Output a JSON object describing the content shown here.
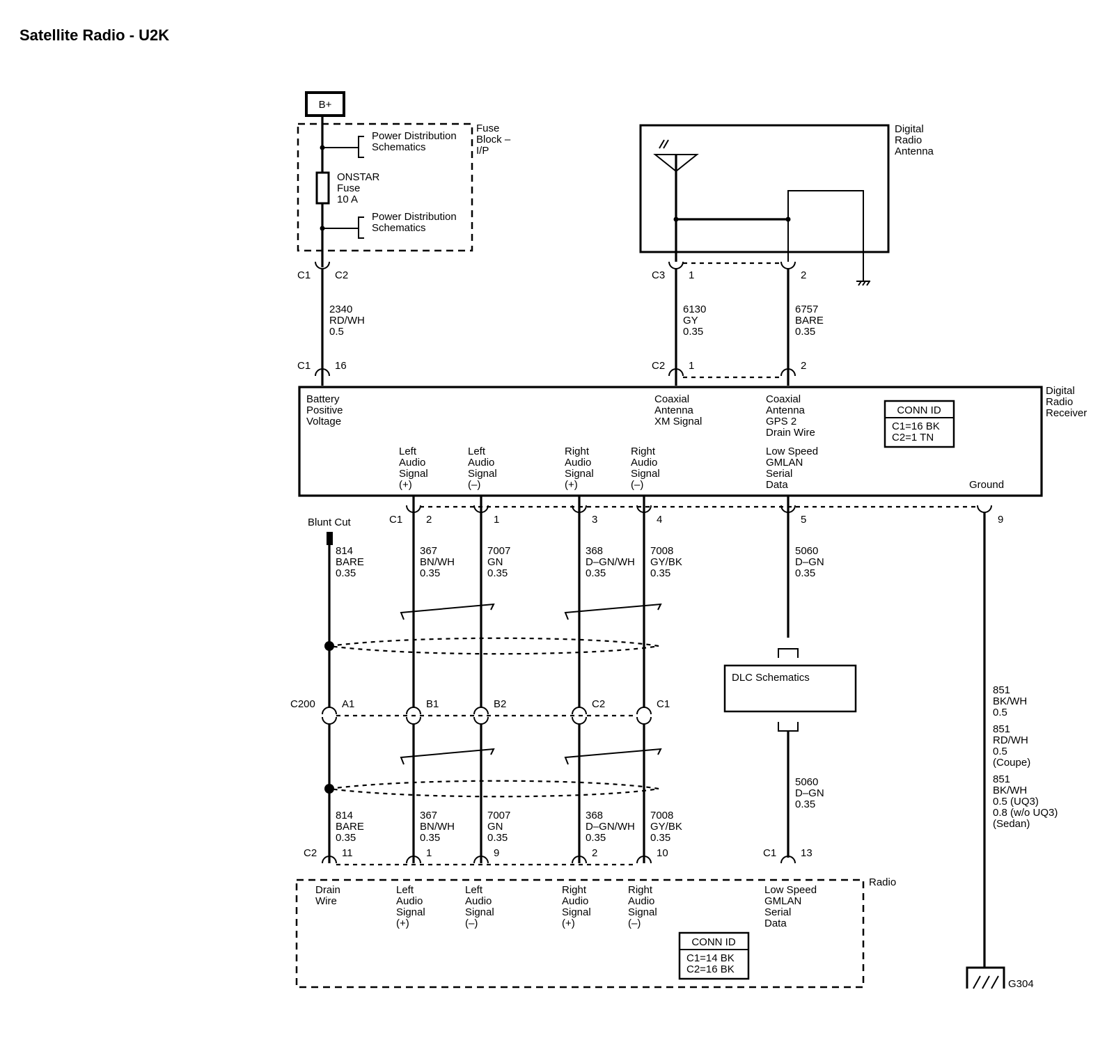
{
  "title": "Satellite Radio - U2K",
  "bplus": "B+",
  "fuse_block": {
    "label": [
      "Fuse",
      "Block –",
      "I/P"
    ],
    "ref_top": [
      "Power Distribution",
      "Schematics"
    ],
    "fuse": [
      "ONSTAR",
      "Fuse",
      "10 A"
    ],
    "ref_bottom": [
      "Power Distribution",
      "Schematics"
    ],
    "conn_left": "C1",
    "conn_right": "C2"
  },
  "power_wire": {
    "circuit": "2340",
    "color": "RD/WH",
    "size": "0.5",
    "conn": "C1",
    "pin": "16"
  },
  "antenna": {
    "label": [
      "Digital",
      "Radio",
      "Antenna"
    ],
    "conn": "C3",
    "pin1": "1",
    "pin2": "2",
    "wire1": {
      "circuit": "6130",
      "color": "GY",
      "size": "0.35"
    },
    "wire2": {
      "circuit": "6757",
      "color": "BARE",
      "size": "0.35"
    },
    "rcv_conn": "C2",
    "rcv_pin1": "1",
    "rcv_pin2": "2"
  },
  "receiver": {
    "label": [
      "Digital",
      "Radio",
      "Receiver"
    ],
    "battery": [
      "Battery",
      "Positive",
      "Voltage"
    ],
    "coax_xm": [
      "Coaxial",
      "Antenna",
      "XM Signal"
    ],
    "coax_gps": [
      "Coaxial",
      "Antenna",
      "GPS 2",
      "Drain Wire"
    ],
    "conn_id": {
      "title": "CONN ID",
      "lines": [
        "C1=16 BK",
        "C2=1 TN"
      ]
    },
    "pins": [
      {
        "label": [
          "Left",
          "Audio",
          "Signal",
          "(+)"
        ],
        "pin": "2"
      },
      {
        "label": [
          "Left",
          "Audio",
          "Signal",
          "(–)"
        ],
        "pin": "1"
      },
      {
        "label": [
          "Right",
          "Audio",
          "Signal",
          "(+)"
        ],
        "pin": "3"
      },
      {
        "label": [
          "Right",
          "Audio",
          "Signal",
          "(–)"
        ],
        "pin": "4"
      },
      {
        "label": [
          "Low Speed",
          "GMLAN",
          "Serial",
          "Data"
        ],
        "pin": "5"
      },
      {
        "label": [
          "Ground"
        ],
        "pin": "9"
      }
    ],
    "bottom_conn": "C1"
  },
  "blunt_cut": "Blunt Cut",
  "upper_wires": [
    {
      "circuit": "814",
      "color": "BARE",
      "size": "0.35"
    },
    {
      "circuit": "367",
      "color": "BN/WH",
      "size": "0.35"
    },
    {
      "circuit": "7007",
      "color": "GN",
      "size": "0.35"
    },
    {
      "circuit": "368",
      "color": "D–GN/WH",
      "size": "0.35"
    },
    {
      "circuit": "7008",
      "color": "GY/BK",
      "size": "0.35"
    },
    {
      "circuit": "5060",
      "color": "D–GN",
      "size": "0.35"
    }
  ],
  "c200": {
    "name": "C200",
    "pins": [
      "A1",
      "B1",
      "B2",
      "C2",
      "C1"
    ]
  },
  "dlc": "DLC Schematics",
  "lower_wires": [
    {
      "circuit": "814",
      "color": "BARE",
      "size": "0.35"
    },
    {
      "circuit": "367",
      "color": "BN/WH",
      "size": "0.35"
    },
    {
      "circuit": "7007",
      "color": "GN",
      "size": "0.35"
    },
    {
      "circuit": "368",
      "color": "D–GN/WH",
      "size": "0.35"
    },
    {
      "circuit": "7008",
      "color": "GY/BK",
      "size": "0.35"
    },
    {
      "circuit": "5060",
      "color": "D–GN",
      "size": "0.35"
    }
  ],
  "ground_wire": [
    {
      "lines": [
        "851",
        "BK/WH",
        "0.5"
      ]
    },
    {
      "lines": [
        "851",
        "RD/WH",
        "0.5",
        "(Coupe)"
      ]
    },
    {
      "lines": [
        "851",
        "BK/WH",
        "0.5 (UQ3)",
        "0.8 (w/o UQ3)",
        "(Sedan)"
      ]
    }
  ],
  "ground_name": "G304",
  "radio": {
    "label": "Radio",
    "conn_c2": "C2",
    "conn_c1": "C1",
    "pins": [
      {
        "pin": "11",
        "label": [
          "Drain",
          "Wire"
        ]
      },
      {
        "pin": "1",
        "label": [
          "Left",
          "Audio",
          "Signal",
          "(+)"
        ]
      },
      {
        "pin": "9",
        "label": [
          "Left",
          "Audio",
          "Signal",
          "(–)"
        ]
      },
      {
        "pin": "2",
        "label": [
          "Right",
          "Audio",
          "Signal",
          "(+)"
        ]
      },
      {
        "pin": "10",
        "label": [
          "Right",
          "Audio",
          "Signal",
          "(–)"
        ]
      },
      {
        "pin": "13",
        "label": [
          "Low Speed",
          "GMLAN",
          "Serial",
          "Data"
        ]
      }
    ],
    "conn_id": {
      "title": "CONN ID",
      "lines": [
        "C1=14 BK",
        "C2=16 BK"
      ]
    }
  }
}
